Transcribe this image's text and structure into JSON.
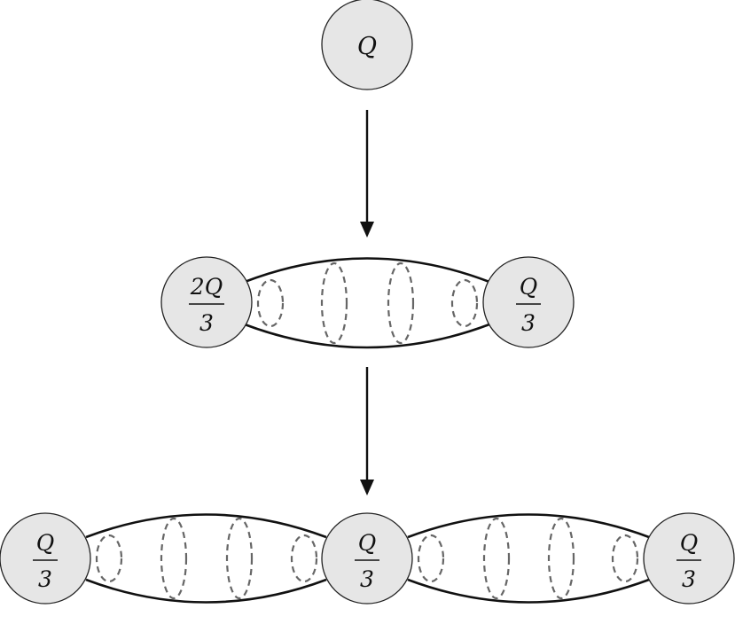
{
  "diagram": {
    "stage_1": {
      "node": {
        "label": "Q"
      }
    },
    "stage_2": {
      "left_node": {
        "numerator": "2Q",
        "denominator": "3"
      },
      "right_node": {
        "numerator": "Q",
        "denominator": "3"
      }
    },
    "stage_3": {
      "left_node": {
        "numerator": "Q",
        "denominator": "3"
      },
      "middle_node": {
        "numerator": "Q",
        "denominator": "3"
      },
      "right_node": {
        "numerator": "Q",
        "denominator": "3"
      }
    },
    "colors": {
      "node_fill": "#e6e6e6",
      "outline": "#111111",
      "dashed_ring": "#666666"
    }
  }
}
